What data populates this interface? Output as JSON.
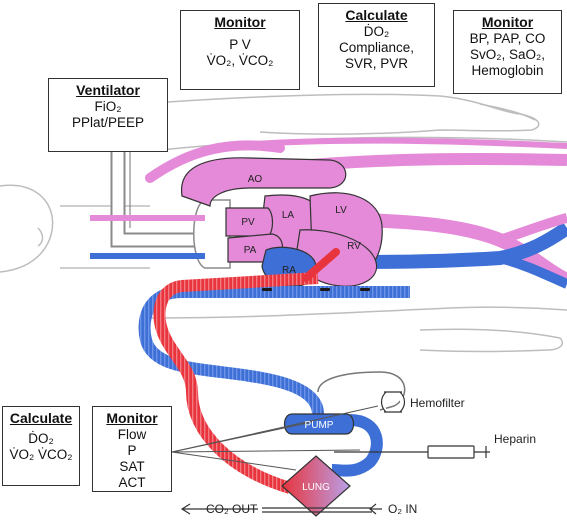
{
  "boxes": {
    "ventilator": {
      "title": "Ventilator",
      "lines": [
        "FiO₂",
        "PPlat/PEEP"
      ]
    },
    "monitor_top": {
      "title": "Monitor",
      "lines": [
        "P  V",
        "V̇O₂,  V̇CO₂"
      ]
    },
    "calculate_top": {
      "title": "Calculate",
      "lines": [
        "ḊO₂",
        "Compliance,",
        "SVR, PVR"
      ]
    },
    "monitor_right": {
      "title": "Monitor",
      "lines": [
        "BP, PAP, CO",
        "SvO₂, SaO₂,",
        "Hemoglobin"
      ]
    },
    "calculate_bottom": {
      "title": "Calculate",
      "lines": [
        "ḊO₂",
        "V̇O₂ V̇CO₂"
      ]
    },
    "monitor_bottom": {
      "title": "Monitor",
      "lines": [
        "Flow",
        "P",
        "SAT",
        "ACT"
      ]
    }
  },
  "heart_labels": {
    "ao": "AO",
    "la": "LA",
    "lv": "LV",
    "pv": "PV",
    "pa": "PA",
    "ra": "RA",
    "rv": "RV"
  },
  "circuit_labels": {
    "pump": "PUMP",
    "lung": "LUNG",
    "hemofilter": "Hemofilter",
    "heparin": "Heparin",
    "co2_out": "CO₂ OUT",
    "o2_in": "O₂ IN"
  },
  "colors": {
    "venous_blue": "#3d6fd6",
    "arterial_red": "#e8343c",
    "heart_pink": "#e48ad8",
    "outline": "#333333"
  }
}
